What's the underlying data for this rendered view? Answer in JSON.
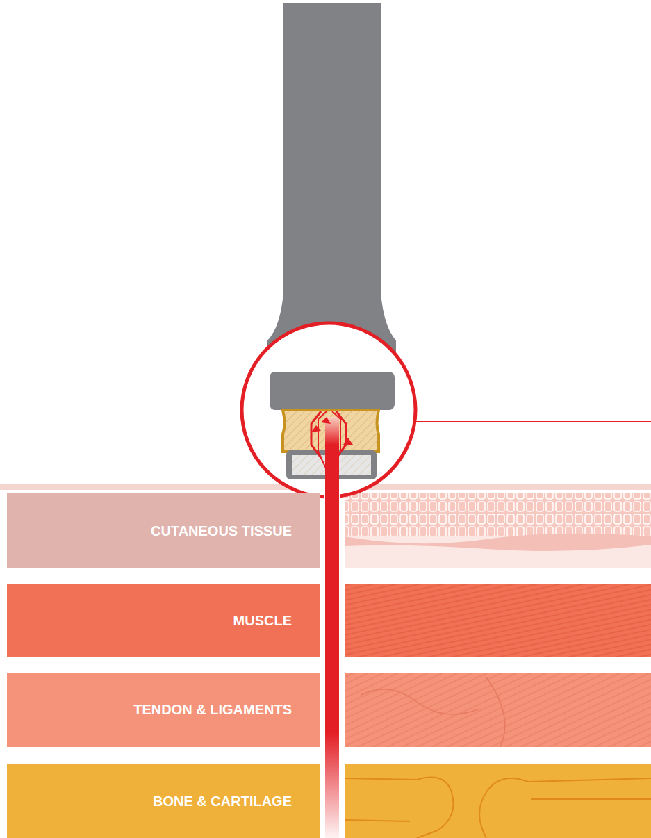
{
  "diagram": {
    "nodes": [
      {
        "text": [
          "CUTANEOUS TISSUE"
        ]
      },
      {
        "text": [
          "MUSCLE"
        ]
      },
      {
        "text": [
          "TENDON & LIGAMENTS"
        ]
      },
      {
        "text": [
          "BONE & CARTILAGE"
        ]
      }
    ]
  }
}
